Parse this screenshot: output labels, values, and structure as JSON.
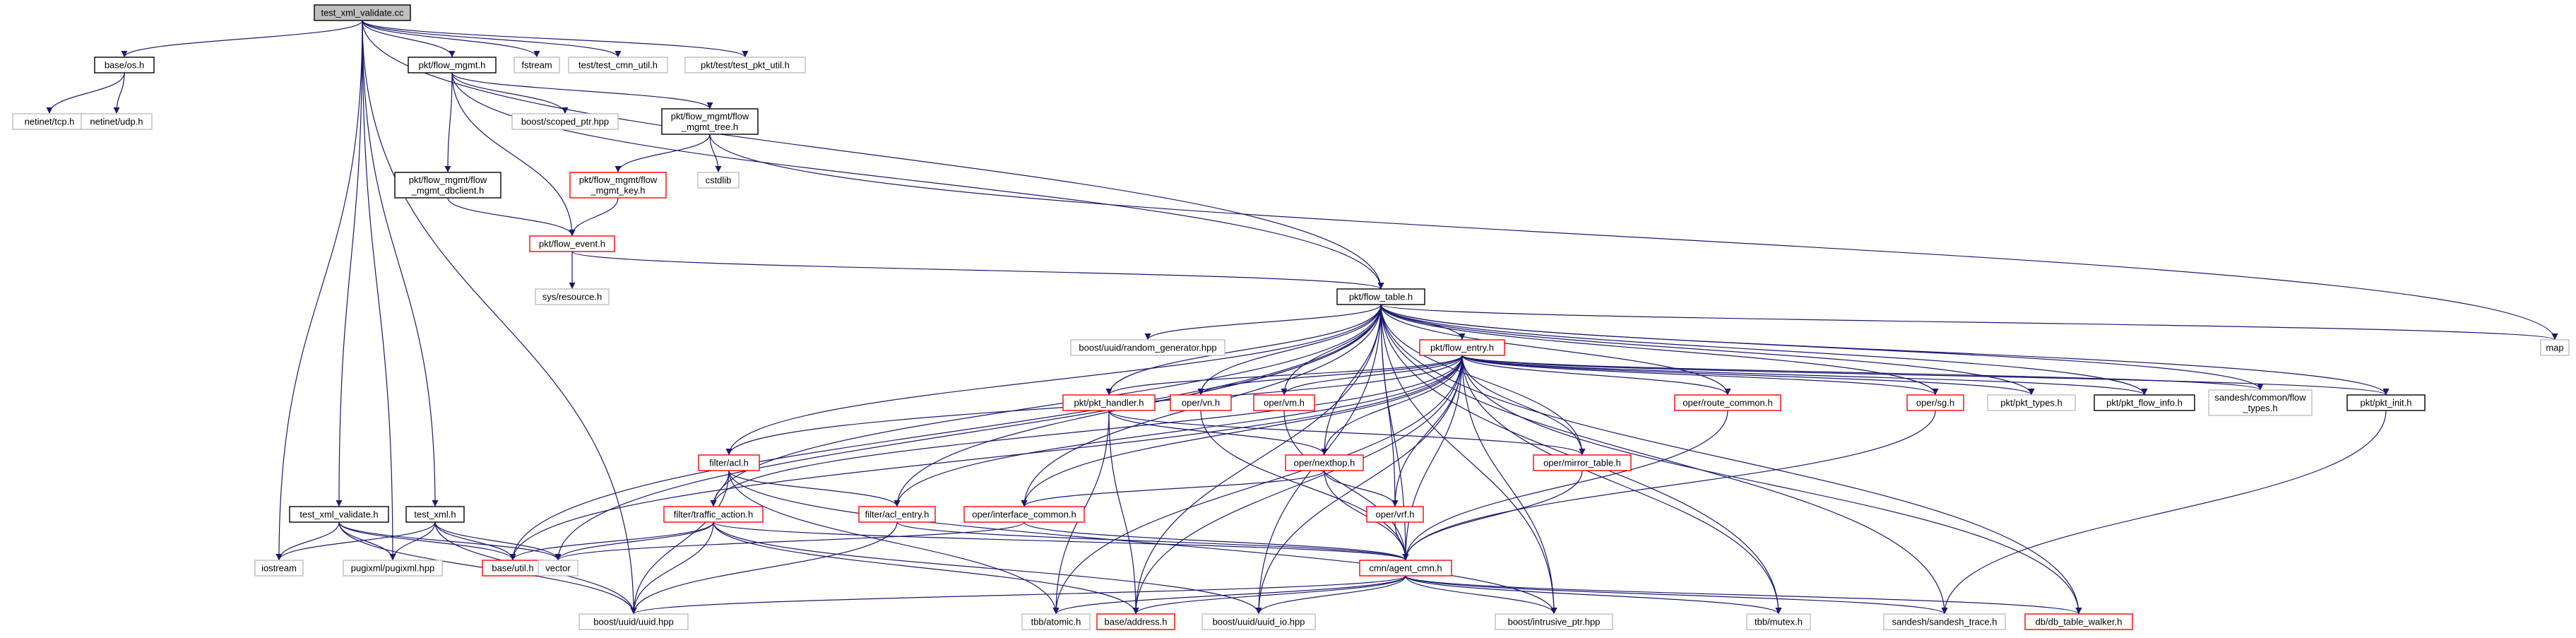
{
  "nodes": [
    {
      "id": "root",
      "label": "test_xml_validate.cc",
      "style": "root"
    },
    {
      "id": "base_os",
      "label": "base/os.h",
      "style": "black"
    },
    {
      "id": "tcp",
      "label": "netinet/tcp.h",
      "style": "gray"
    },
    {
      "id": "udp",
      "label": "netinet/udp.h",
      "style": "gray"
    },
    {
      "id": "flow_mgmt",
      "label": "pkt/flow_mgmt.h",
      "style": "black"
    },
    {
      "id": "fstream",
      "label": "fstream",
      "style": "gray"
    },
    {
      "id": "cmn_util",
      "label": "test/test_cmn_util.h",
      "style": "gray"
    },
    {
      "id": "pkt_util",
      "label": "pkt/test/test_pkt_util.h",
      "style": "gray"
    },
    {
      "id": "scoped_ptr",
      "label": "boost/scoped_ptr.hpp",
      "style": "gray"
    },
    {
      "id": "flow_mgmt_tree",
      "label": [
        "pkt/flow_mgmt/flow",
        "_mgmt_tree.h"
      ],
      "style": "black"
    },
    {
      "id": "cstdlib",
      "label": "cstdlib",
      "style": "gray"
    },
    {
      "id": "flow_mgmt_key",
      "label": [
        "pkt/flow_mgmt/flow",
        "_mgmt_key.h"
      ],
      "style": "red"
    },
    {
      "id": "flow_dbclient",
      "label": [
        "pkt/flow_mgmt/flow",
        "_mgmt_dbclient.h"
      ],
      "style": "black"
    },
    {
      "id": "flow_event",
      "label": "pkt/flow_event.h",
      "style": "red"
    },
    {
      "id": "sys_resource",
      "label": "sys/resource.h",
      "style": "gray"
    },
    {
      "id": "flow_table",
      "label": "pkt/flow_table.h",
      "style": "black"
    },
    {
      "id": "map",
      "label": "map",
      "style": "gray"
    },
    {
      "id": "random_gen",
      "label": "boost/uuid/random_generator.hpp",
      "style": "gray"
    },
    {
      "id": "flow_entry",
      "label": "pkt/flow_entry.h",
      "style": "red"
    },
    {
      "id": "pkt_handler",
      "label": "pkt/pkt_handler.h",
      "style": "red"
    },
    {
      "id": "oper_vn",
      "label": "oper/vn.h",
      "style": "red"
    },
    {
      "id": "oper_vm",
      "label": "oper/vm.h",
      "style": "red"
    },
    {
      "id": "route_common",
      "label": "oper/route_common.h",
      "style": "red"
    },
    {
      "id": "oper_sg",
      "label": "oper/sg.h",
      "style": "red"
    },
    {
      "id": "pkt_types",
      "label": "pkt/pkt_types.h",
      "style": "gray"
    },
    {
      "id": "pkt_flow_info",
      "label": "pkt/pkt_flow_info.h",
      "style": "black"
    },
    {
      "id": "flow_types",
      "label": [
        "sandesh/common/flow",
        "_types.h"
      ],
      "style": "gray"
    },
    {
      "id": "pkt_init",
      "label": "pkt/pkt_init.h",
      "style": "black"
    },
    {
      "id": "filter_acl",
      "label": "filter/acl.h",
      "style": "red"
    },
    {
      "id": "oper_nexthop",
      "label": "oper/nexthop.h",
      "style": "red"
    },
    {
      "id": "mirror_table",
      "label": "oper/mirror_table.h",
      "style": "red"
    },
    {
      "id": "traffic_action",
      "label": "filter/traffic_action.h",
      "style": "red"
    },
    {
      "id": "acl_entry",
      "label": "filter/acl_entry.h",
      "style": "red"
    },
    {
      "id": "interface_common",
      "label": "oper/interface_common.h",
      "style": "red"
    },
    {
      "id": "oper_vrf",
      "label": "oper/vrf.h",
      "style": "red"
    },
    {
      "id": "test_xml_validate_h",
      "label": "test_xml_validate.h",
      "style": "black"
    },
    {
      "id": "test_xml",
      "label": "test_xml.h",
      "style": "black"
    },
    {
      "id": "iostream",
      "label": "iostream",
      "style": "gray"
    },
    {
      "id": "pugixml",
      "label": "pugixml/pugixml.hpp",
      "style": "gray"
    },
    {
      "id": "base_util",
      "label": "base/util.h",
      "style": "red"
    },
    {
      "id": "vector",
      "label": "vector",
      "style": "gray"
    },
    {
      "id": "agent_cmn",
      "label": "cmn/agent_cmn.h",
      "style": "red"
    },
    {
      "id": "uuid",
      "label": "boost/uuid/uuid.hpp",
      "style": "gray"
    },
    {
      "id": "tbb_atomic",
      "label": "tbb/atomic.h",
      "style": "gray"
    },
    {
      "id": "base_address",
      "label": "base/address.h",
      "style": "red"
    },
    {
      "id": "uuid_io",
      "label": "boost/uuid/uuid_io.hpp",
      "style": "gray"
    },
    {
      "id": "intrusive_ptr",
      "label": "boost/intrusive_ptr.hpp",
      "style": "gray"
    },
    {
      "id": "tbb_mutex",
      "label": "tbb/mutex.h",
      "style": "gray"
    },
    {
      "id": "sandesh_trace",
      "label": "sandesh/sandesh_trace.h",
      "style": "gray"
    },
    {
      "id": "db_table_walker",
      "label": "db/db_table_walker.h",
      "style": "red"
    }
  ],
  "edges": [
    [
      "root",
      "base_os"
    ],
    [
      "root",
      "flow_mgmt"
    ],
    [
      "root",
      "fstream"
    ],
    [
      "root",
      "cmn_util"
    ],
    [
      "root",
      "pkt_util"
    ],
    [
      "root",
      "test_xml_validate_h"
    ],
    [
      "root",
      "test_xml"
    ],
    [
      "root",
      "iostream"
    ],
    [
      "root",
      "pugixml"
    ],
    [
      "root",
      "uuid"
    ],
    [
      "root",
      "flow_table"
    ],
    [
      "base_os",
      "tcp"
    ],
    [
      "base_os",
      "udp"
    ],
    [
      "flow_mgmt",
      "scoped_ptr"
    ],
    [
      "flow_mgmt",
      "flow_mgmt_tree"
    ],
    [
      "flow_mgmt",
      "flow_dbclient"
    ],
    [
      "flow_mgmt",
      "flow_event"
    ],
    [
      "flow_mgmt",
      "flow_table"
    ],
    [
      "flow_mgmt_tree",
      "flow_mgmt_key"
    ],
    [
      "flow_mgmt_tree",
      "cstdlib"
    ],
    [
      "flow_mgmt_tree",
      "map"
    ],
    [
      "flow_mgmt_key",
      "flow_event"
    ],
    [
      "flow_dbclient",
      "flow_event"
    ],
    [
      "flow_event",
      "sys_resource"
    ],
    [
      "flow_event",
      "flow_table"
    ],
    [
      "flow_table",
      "map"
    ],
    [
      "flow_table",
      "random_gen"
    ],
    [
      "flow_table",
      "flow_entry"
    ],
    [
      "flow_table",
      "pkt_handler"
    ],
    [
      "flow_table",
      "oper_vn"
    ],
    [
      "flow_table",
      "oper_vm"
    ],
    [
      "flow_table",
      "route_common"
    ],
    [
      "flow_table",
      "oper_sg"
    ],
    [
      "flow_table",
      "pkt_types"
    ],
    [
      "flow_table",
      "pkt_flow_info"
    ],
    [
      "flow_table",
      "flow_types"
    ],
    [
      "flow_table",
      "pkt_init"
    ],
    [
      "flow_table",
      "filter_acl"
    ],
    [
      "flow_table",
      "oper_nexthop"
    ],
    [
      "flow_table",
      "mirror_table"
    ],
    [
      "flow_table",
      "traffic_action"
    ],
    [
      "flow_table",
      "acl_entry"
    ],
    [
      "flow_table",
      "interface_common"
    ],
    [
      "flow_table",
      "oper_vrf"
    ],
    [
      "flow_table",
      "agent_cmn"
    ],
    [
      "flow_table",
      "base_util"
    ],
    [
      "flow_table",
      "vector"
    ],
    [
      "flow_table",
      "base_address"
    ],
    [
      "flow_table",
      "uuid_io"
    ],
    [
      "flow_table",
      "tbb_mutex"
    ],
    [
      "flow_table",
      "sandesh_trace"
    ],
    [
      "flow_table",
      "db_table_walker"
    ],
    [
      "flow_table",
      "intrusive_ptr"
    ],
    [
      "flow_entry",
      "pkt_handler"
    ],
    [
      "flow_entry",
      "oper_vn"
    ],
    [
      "flow_entry",
      "oper_vm"
    ],
    [
      "flow_entry",
      "route_common"
    ],
    [
      "flow_entry",
      "oper_sg"
    ],
    [
      "flow_entry",
      "pkt_types"
    ],
    [
      "flow_entry",
      "pkt_flow_info"
    ],
    [
      "flow_entry",
      "flow_types"
    ],
    [
      "flow_entry",
      "pkt_init"
    ],
    [
      "flow_entry",
      "filter_acl"
    ],
    [
      "flow_entry",
      "oper_nexthop"
    ],
    [
      "flow_entry",
      "mirror_table"
    ],
    [
      "flow_entry",
      "traffic_action"
    ],
    [
      "flow_entry",
      "acl_entry"
    ],
    [
      "flow_entry",
      "interface_common"
    ],
    [
      "flow_entry",
      "oper_vrf"
    ],
    [
      "flow_entry",
      "agent_cmn"
    ],
    [
      "flow_entry",
      "base_util"
    ],
    [
      "flow_entry",
      "tbb_atomic"
    ],
    [
      "flow_entry",
      "base_address"
    ],
    [
      "flow_entry",
      "uuid_io"
    ],
    [
      "flow_entry",
      "intrusive_ptr"
    ],
    [
      "flow_entry",
      "tbb_mutex"
    ],
    [
      "flow_entry",
      "db_table_walker"
    ],
    [
      "pkt_handler",
      "oper_nexthop"
    ],
    [
      "pkt_handler",
      "mirror_table"
    ],
    [
      "pkt_handler",
      "tbb_atomic"
    ],
    [
      "pkt_handler",
      "base_address"
    ],
    [
      "oper_vn",
      "agent_cmn"
    ],
    [
      "oper_vm",
      "agent_cmn"
    ],
    [
      "route_common",
      "agent_cmn"
    ],
    [
      "oper_sg",
      "agent_cmn"
    ],
    [
      "pkt_init",
      "sandesh_trace"
    ],
    [
      "filter_acl",
      "traffic_action"
    ],
    [
      "filter_acl",
      "acl_entry"
    ],
    [
      "filter_acl",
      "uuid"
    ],
    [
      "filter_acl",
      "tbb_atomic"
    ],
    [
      "filter_acl",
      "intrusive_ptr"
    ],
    [
      "oper_nexthop",
      "interface_common"
    ],
    [
      "oper_nexthop",
      "oper_vrf"
    ],
    [
      "oper_nexthop",
      "agent_cmn"
    ],
    [
      "mirror_table",
      "agent_cmn"
    ],
    [
      "traffic_action",
      "base_util"
    ],
    [
      "traffic_action",
      "vector"
    ],
    [
      "traffic_action",
      "agent_cmn"
    ],
    [
      "traffic_action",
      "uuid"
    ],
    [
      "traffic_action",
      "base_address"
    ],
    [
      "traffic_action",
      "uuid_io"
    ],
    [
      "acl_entry",
      "agent_cmn"
    ],
    [
      "acl_entry",
      "uuid"
    ],
    [
      "interface_common",
      "agent_cmn"
    ],
    [
      "interface_common",
      "vector"
    ],
    [
      "oper_vrf",
      "agent_cmn"
    ],
    [
      "test_xml_validate_h",
      "iostream"
    ],
    [
      "test_xml_validate_h",
      "pugixml"
    ],
    [
      "test_xml_validate_h",
      "base_util"
    ],
    [
      "test_xml_validate_h",
      "vector"
    ],
    [
      "test_xml_validate_h",
      "uuid"
    ],
    [
      "test_xml",
      "iostream"
    ],
    [
      "test_xml",
      "pugixml"
    ],
    [
      "test_xml",
      "base_util"
    ],
    [
      "test_xml",
      "vector"
    ],
    [
      "test_xml",
      "uuid"
    ],
    [
      "agent_cmn",
      "uuid"
    ],
    [
      "agent_cmn",
      "tbb_atomic"
    ],
    [
      "agent_cmn",
      "base_address"
    ],
    [
      "agent_cmn",
      "uuid_io"
    ],
    [
      "agent_cmn",
      "intrusive_ptr"
    ],
    [
      "agent_cmn",
      "tbb_mutex"
    ],
    [
      "agent_cmn",
      "sandesh_trace"
    ],
    [
      "agent_cmn",
      "db_table_walker"
    ]
  ]
}
